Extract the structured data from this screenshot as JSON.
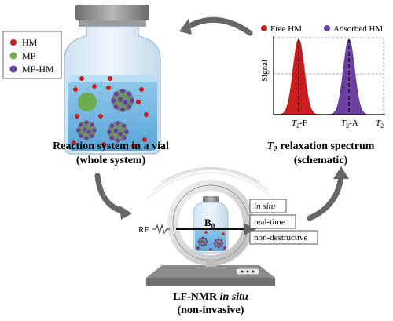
{
  "legend": {
    "items": [
      {
        "label": "HM",
        "color": "#c81e1e"
      },
      {
        "label": "MP",
        "color": "#6cae4f"
      },
      {
        "label": "MP-HM",
        "color": "#6b3fa0"
      }
    ]
  },
  "vial_caption": {
    "line1": "Reaction system in a vial",
    "line2": "(whole system)"
  },
  "spectrum": {
    "legend_free": "Free HM",
    "legend_adsorbed": "Adsorbed HM",
    "free_color": "#c81e1e",
    "adsorbed_color": "#6b3fa0",
    "ylabel": "Signal",
    "tick_free_italic": "T",
    "tick_free_sub": "2",
    "tick_free_suffix": "-F",
    "tick_ads_italic": "T",
    "tick_ads_sub": "2",
    "tick_ads_suffix": "-A",
    "axis_t_italic": "T",
    "axis_t_sub": "2"
  },
  "spectrum_caption": {
    "line1_italic": "T",
    "line1_sub": "2",
    "line1_rest": " relaxation spectrum",
    "line2": "(schematic)"
  },
  "nmr": {
    "rf_label": "RF",
    "field_main": "B",
    "field_sub": "0",
    "features": [
      "in situ",
      "real-time",
      "non-destructive"
    ],
    "caption_main": "LF-NMR ",
    "caption_italic": "in situ",
    "caption_line2": "(non-invasive)"
  }
}
